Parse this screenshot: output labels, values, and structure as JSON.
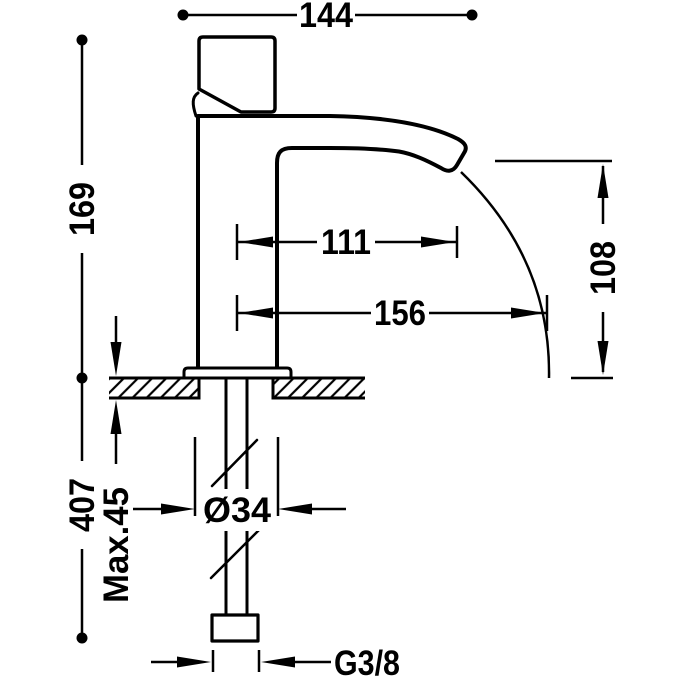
{
  "drawing": {
    "title": "basin-tap-dimension-drawing",
    "units": "mm",
    "line_color": "#000000",
    "background_color": "#ffffff",
    "labels": {
      "overall_width": "144",
      "height_to_deck": "169",
      "spout_reach": "111",
      "stream_reach": "156",
      "stream_drop": "108",
      "total_height": "407",
      "max_deck_thickness": "Max.45",
      "hole_diameter": "Ø34",
      "inlet_thread": "G3/8"
    },
    "shapes": [
      "lever-handle",
      "faucet-body",
      "curved-spout",
      "base-flange",
      "counter-deck-section",
      "threaded-shank",
      "supply-connector",
      "water-stream"
    ]
  }
}
